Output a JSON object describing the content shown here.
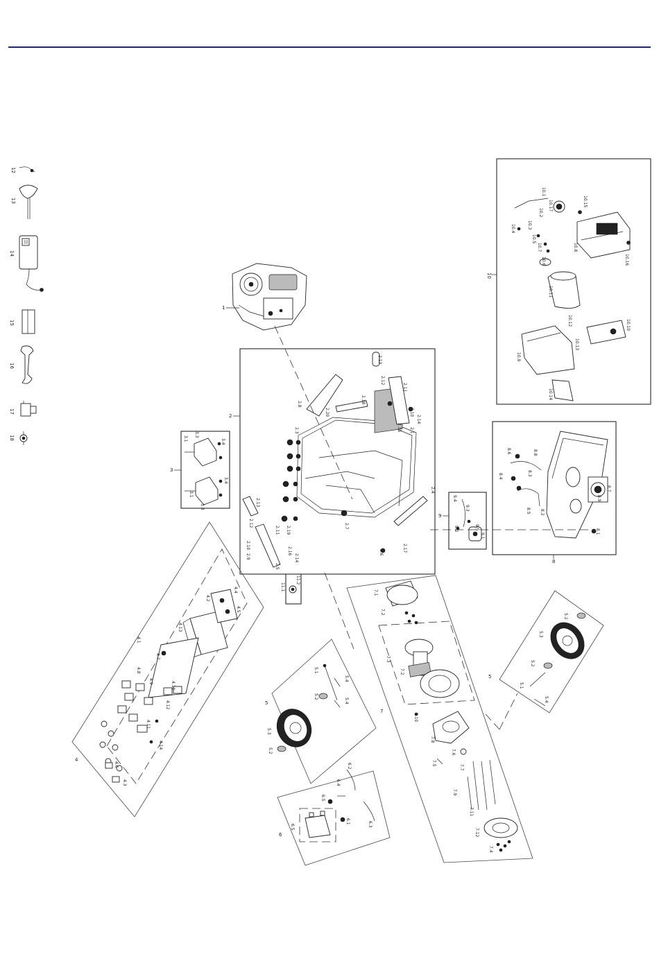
{
  "colors": {
    "rule": "#1f2b5a",
    "line": "#111111"
  },
  "callouts": {
    "engine": "1",
    "frame": "2",
    "brackets": "3",
    "panel": "4",
    "wheel_left": "5",
    "wheel_right": "5",
    "battery": "6",
    "alternator": "7",
    "fuel_tank": "8",
    "fuel_valve": "9",
    "muffler": "10"
  },
  "tools": [
    "12",
    "13",
    "14",
    "15",
    "16",
    "17",
    "18"
  ],
  "muffler_labels": [
    "10.1",
    "10.2",
    "10.3",
    "10.4",
    "10.5",
    "10.6",
    "10.7",
    "10.8",
    "10.9",
    "10.10",
    "10.11",
    "10.12",
    "10.13",
    "10.14",
    "10.15",
    "10.16",
    "10.17"
  ],
  "frame_labels": [
    "2.1",
    "2.2",
    "2.3",
    "2.4",
    "2.5",
    "2.6",
    "2.7",
    "2.8",
    "2.9",
    "2.10",
    "2.11",
    "2.12",
    "2.13",
    "2.14",
    "2.15",
    "2.16",
    "2.17",
    "2.18",
    "2.19",
    "2.20"
  ],
  "tank_labels": [
    "8.1",
    "8.2",
    "8.3",
    "8.4",
    "8.5",
    "8.6",
    "8.7",
    "8.8",
    "8.9"
  ],
  "valve_labels": [
    "9.1",
    "9.2",
    "9.3",
    "9.4",
    "9.5"
  ],
  "alternator_labels": [
    "7.1",
    "7.2",
    "7.3",
    "7.4",
    "7.5",
    "7.6",
    "7.7",
    "7.8",
    "7.9",
    "7.10",
    "7.11",
    "7.12"
  ],
  "wheel_labels": [
    "5.1",
    "5.2",
    "5.3",
    "5.4"
  ],
  "battery_labels": [
    "6.1",
    "6.2",
    "6.3",
    "6.4",
    "6.5"
  ],
  "panel_labels": [
    "4.1",
    "4.2",
    "4.3",
    "4.4",
    "4.5",
    "4.6",
    "4.7",
    "4.8",
    "4.9",
    "4.10",
    "4.11",
    "4.12",
    "4.13",
    "4.14"
  ],
  "bracket_labels": [
    "3.1",
    "3.2",
    "3.3",
    "3.4"
  ],
  "small_box_labels": [
    "11.1",
    "11.2"
  ]
}
